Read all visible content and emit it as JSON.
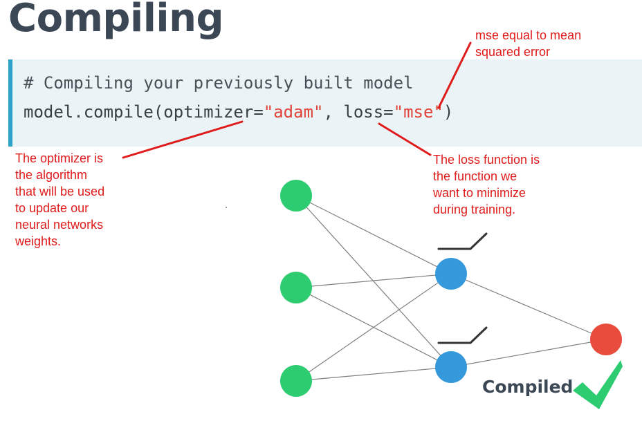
{
  "title": "Compiling",
  "code": {
    "comment": "# Compiling your previously built model",
    "line_prefix": "model.compile(optimizer=",
    "optimizer_value": "\"adam\"",
    "line_mid": ", loss=",
    "loss_value": "\"mse\"",
    "line_suffix": ")"
  },
  "annotations": {
    "mse": "mse equal to mean\nsquared error",
    "optimizer": "The optimizer is\nthe algorithm\nthat will be used\nto update our\nneural networks\nweights.",
    "loss": "The loss function is\nthe function we\nwant to minimize\nduring training."
  },
  "status_label": "Compiled",
  "colors": {
    "input_node": "#2ecc71",
    "hidden_node": "#3498db",
    "output_node": "#e74c3c",
    "annotation": "#e01b1b",
    "checkmark": "#2ecc71"
  }
}
